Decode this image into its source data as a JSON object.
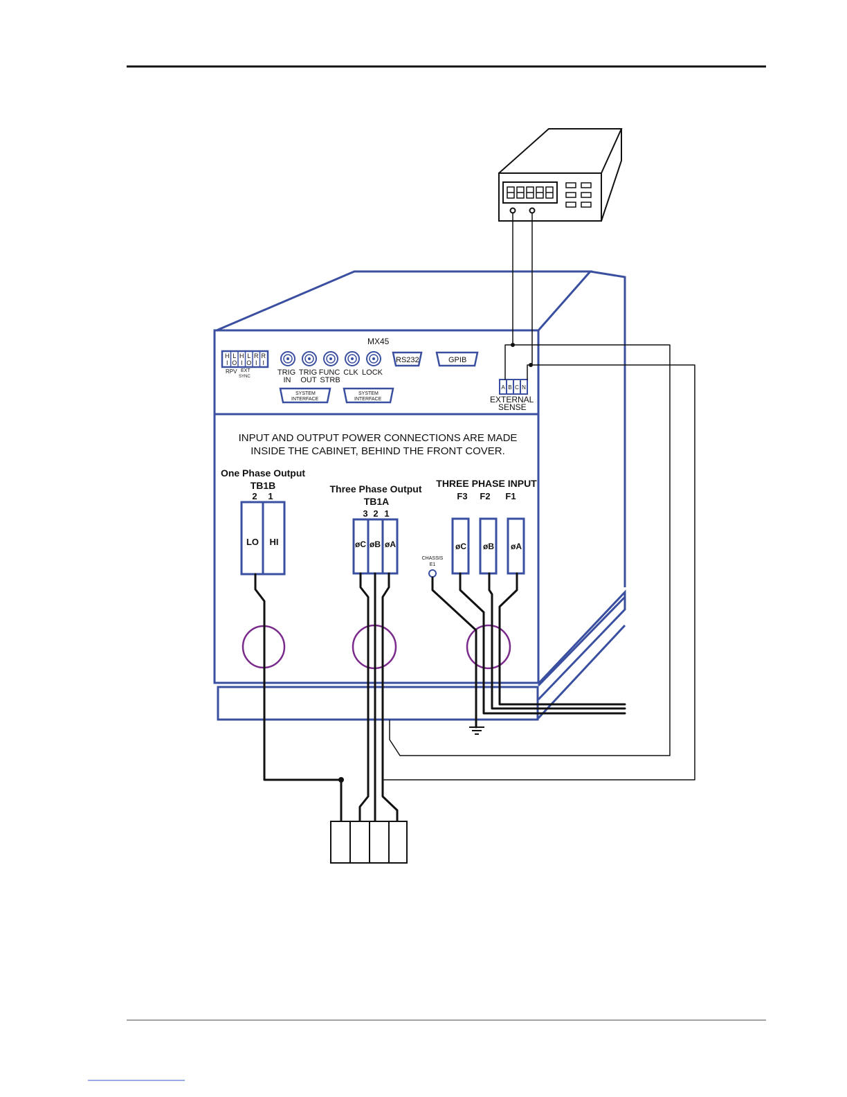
{
  "model": "MX45",
  "notice": {
    "line1": "INPUT AND OUTPUT POWER CONNECTIONS ARE MADE",
    "line2": "INSIDE THE CABINET, BEHIND THE FRONT COVER."
  },
  "top_strip": {
    "block_letters": [
      "H",
      "L",
      "H",
      "L",
      "R",
      "R"
    ],
    "block_digits": [
      "I",
      "O",
      "I",
      "O",
      "I",
      "I"
    ],
    "rpv_label": "RPV",
    "ext_sync_line1": "EXT",
    "ext_sync_line2": "SYNC",
    "bnc": [
      {
        "line1": "TRIG",
        "line2": "IN"
      },
      {
        "line1": "TRIG",
        "line2": "OUT"
      },
      {
        "line1": "FUNC",
        "line2": "STRB"
      },
      {
        "line1": "CLK",
        "line2": ""
      },
      {
        "line1": "LOCK",
        "line2": ""
      }
    ],
    "rs232": "RS232",
    "gpib": "GPIB",
    "system_interface_1": {
      "line1": "SYSTEM",
      "line2": "INTERFACE"
    },
    "system_interface_2": {
      "line1": "SYSTEM",
      "line2": "INTERFACE"
    },
    "sense_terminals": [
      "A",
      "B",
      "C",
      "N"
    ],
    "sense_label_line1": "EXTERNAL",
    "sense_label_line2": "SENSE"
  },
  "one_phase": {
    "title": "One Phase Output",
    "block": "TB1B",
    "numbers": [
      "2",
      "1"
    ],
    "terminals": [
      "LO",
      "HI"
    ]
  },
  "three_phase_output": {
    "title": "Three Phase Output",
    "block": "TB1A",
    "numbers": [
      "3",
      "2",
      "1"
    ],
    "terminals": [
      "øC",
      "øB",
      "øA"
    ]
  },
  "three_phase_input": {
    "title": "THREE PHASE INPUT",
    "numbers": [
      "F3",
      "F2",
      "F1"
    ],
    "terminals": [
      "øC",
      "øB",
      "øA"
    ]
  },
  "chassis": {
    "line1": "CHASSIS",
    "line2": "E1"
  },
  "colors": {
    "panel_blue": "#3a4fa0",
    "ring_purple": "#7a2a8a",
    "wire": "#111111"
  }
}
